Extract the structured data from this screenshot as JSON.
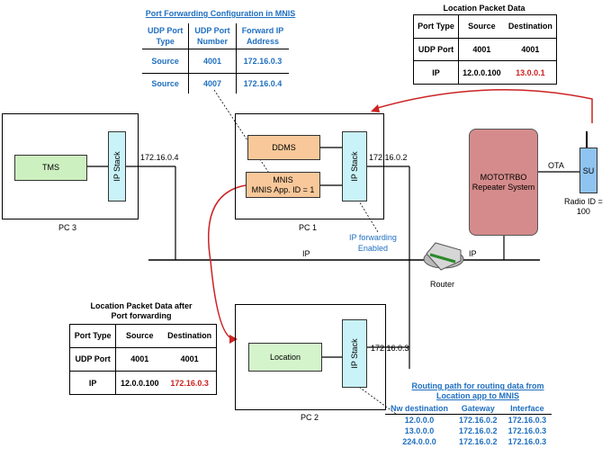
{
  "pc3": {
    "label": "PC 3",
    "app": "TMS",
    "ipstack": "IP Stack",
    "ip": "172.16.0.4"
  },
  "pc1": {
    "label": "PC 1",
    "app1": "DDMS",
    "app2_line1": "MNIS",
    "app2_line2": "MNIS App. ID = 1",
    "ipstack": "IP Stack",
    "ip": "172.16.0.2"
  },
  "pc2": {
    "label": "PC 2",
    "app": "Location",
    "ipstack": "IP Stack",
    "ip": "172.16.0.3"
  },
  "repeater": {
    "line1": "MOTOTRBO",
    "line2": "Repeater System"
  },
  "su": {
    "label": "SU",
    "radio_id_line1": "Radio ID =",
    "radio_id_line2": "100"
  },
  "labels": {
    "ota": "OTA",
    "ip_left": "IP",
    "ip_right": "IP",
    "router": "Router",
    "ipfwd_line1": "IP forwarding",
    "ipfwd_line2": "Enabled"
  },
  "port_forwarding": {
    "title": "Port Forwarding Configuration in MNIS",
    "headers": [
      "UDP Port\nType",
      "UDP Port\nNumber",
      "Forward IP\nAddress"
    ],
    "rows": [
      [
        "Source",
        "4001",
        "172.16.0.3"
      ],
      [
        "Source",
        "4007",
        "172.16.0.4"
      ]
    ]
  },
  "location_packet": {
    "title": "Location Packet Data",
    "headers": [
      "Port Type",
      "Source",
      "Destination"
    ],
    "rows": [
      [
        "UDP Port",
        "4001",
        "4001"
      ],
      [
        "IP",
        "12.0.0.100",
        "13.0.0.1"
      ]
    ]
  },
  "location_after": {
    "title_line1": "Location Packet Data after",
    "title_line2": "Port forwarding",
    "headers": [
      "Port Type",
      "Source",
      "Destination"
    ],
    "rows": [
      [
        "UDP Port",
        "4001",
        "4001"
      ],
      [
        "IP",
        "12.0.0.100",
        "172.16.0.3"
      ]
    ]
  },
  "routing": {
    "title_line1": "Routing path for routing data from",
    "title_line2": "Location app to MNIS",
    "headers": [
      "Nw destination",
      "Gateway",
      "Interface"
    ],
    "rows": [
      [
        "12.0.0.0",
        "172.16.0.2",
        "172.16.0.3"
      ],
      [
        "13.0.0.0",
        "172.16.0.2",
        "172.16.0.3"
      ],
      [
        "224.0.0.0",
        "172.16.0.2",
        "172.16.0.3"
      ]
    ]
  },
  "colors": {
    "highlight_red": "#d02020",
    "label_blue": "#1f6fc0",
    "arrow_red": "#cc2222"
  }
}
